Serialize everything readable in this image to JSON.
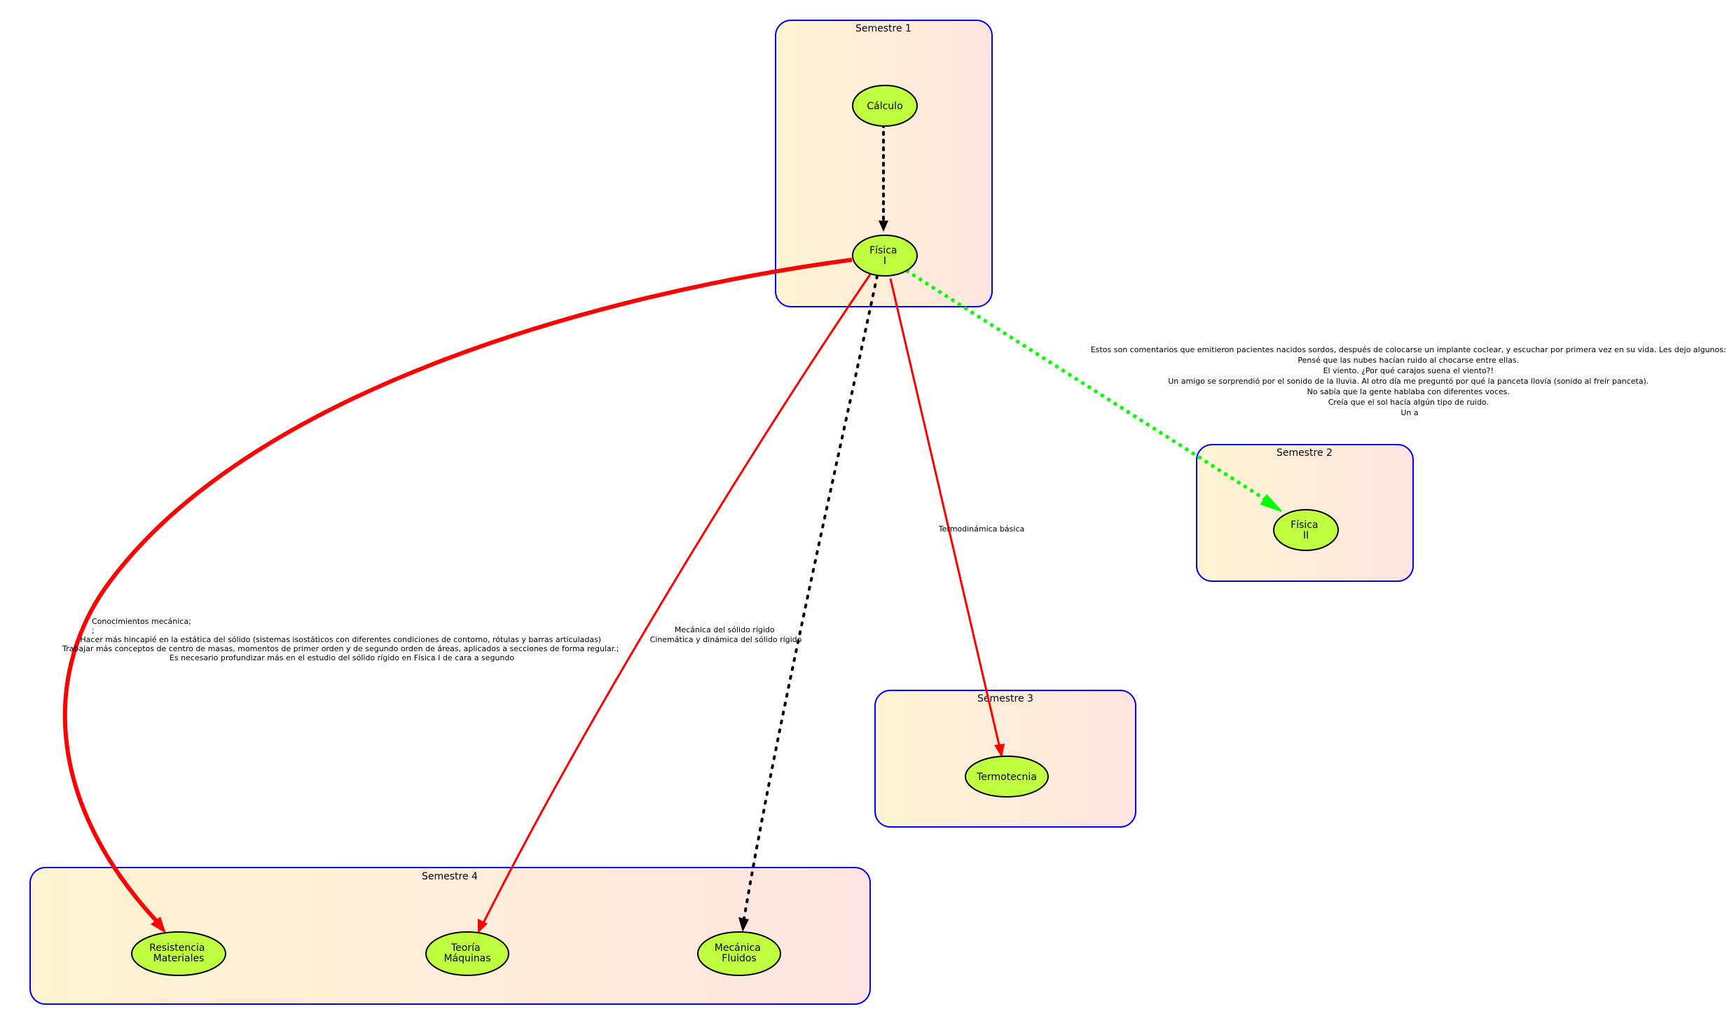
{
  "clusters": {
    "s1": "Semestre 1",
    "s2": "Semestre 2",
    "s3": "Semestre 3",
    "s4": "Semestre 4"
  },
  "nodes": {
    "calculo": [
      "Cálculo"
    ],
    "fisica1": [
      "Física",
      "I"
    ],
    "fisica2": [
      "Física",
      "II"
    ],
    "termotecnia": [
      "Termotecnia"
    ],
    "resistencia": [
      "Resistencia",
      "Materiales"
    ],
    "teoria": [
      "Teoría",
      "Máquinas"
    ],
    "mecanica": [
      "Mecánica",
      "Fluidos"
    ]
  },
  "edge_labels": {
    "fisica2": [
      "Estos son comentarios que emitieron pacientes nacidos sordos, después de colocarse un implante coclear, y escuchar por primera vez en su vida. Les dejo algunos:",
      "Pensé que las nubes hacían ruido al chocarse entre ellas.",
      "El viento. ¿Por qué carajos suena el viento?!",
      "Un amigo se sorprendió por el sonido de la lluvia. Al otro día me preguntó por qué la panceta llovía (sonido al freír panceta).",
      "No sabía que la gente hablaba con diferentes voces.",
      "Creía que el sol hacía algún tipo de ruido.",
      "Un a"
    ],
    "termo": [
      "Termodinámica básica"
    ],
    "teoria": [
      "Mecánica del sólido rígido",
      "Cinemática y dinámica del sólido rígido"
    ],
    "resistencia": [
      "Conocimientos mecánica;",
      ";",
      "Hacer más hincapié en la estática del sólido (sistemas isostáticos con diferentes condiciones de contorno, rótulas y barras articuladas)",
      "Trabajar más conceptos de centro de masas, momentos de primer orden y de segundo orden de áreas, aplicados a secciones de forma regular.;",
      "Es necesario profundizar más en el estudio del sólido rígido en Física I de cara a segundo"
    ]
  },
  "colors": {
    "node_fill": "#bfff3f",
    "cluster_border": "#0000ff",
    "gradient_start": "#fff5d2",
    "gradient_end": "#ffe4e1",
    "edge_red": "#ff0000",
    "edge_green": "#00ff00",
    "edge_black": "#000000"
  }
}
